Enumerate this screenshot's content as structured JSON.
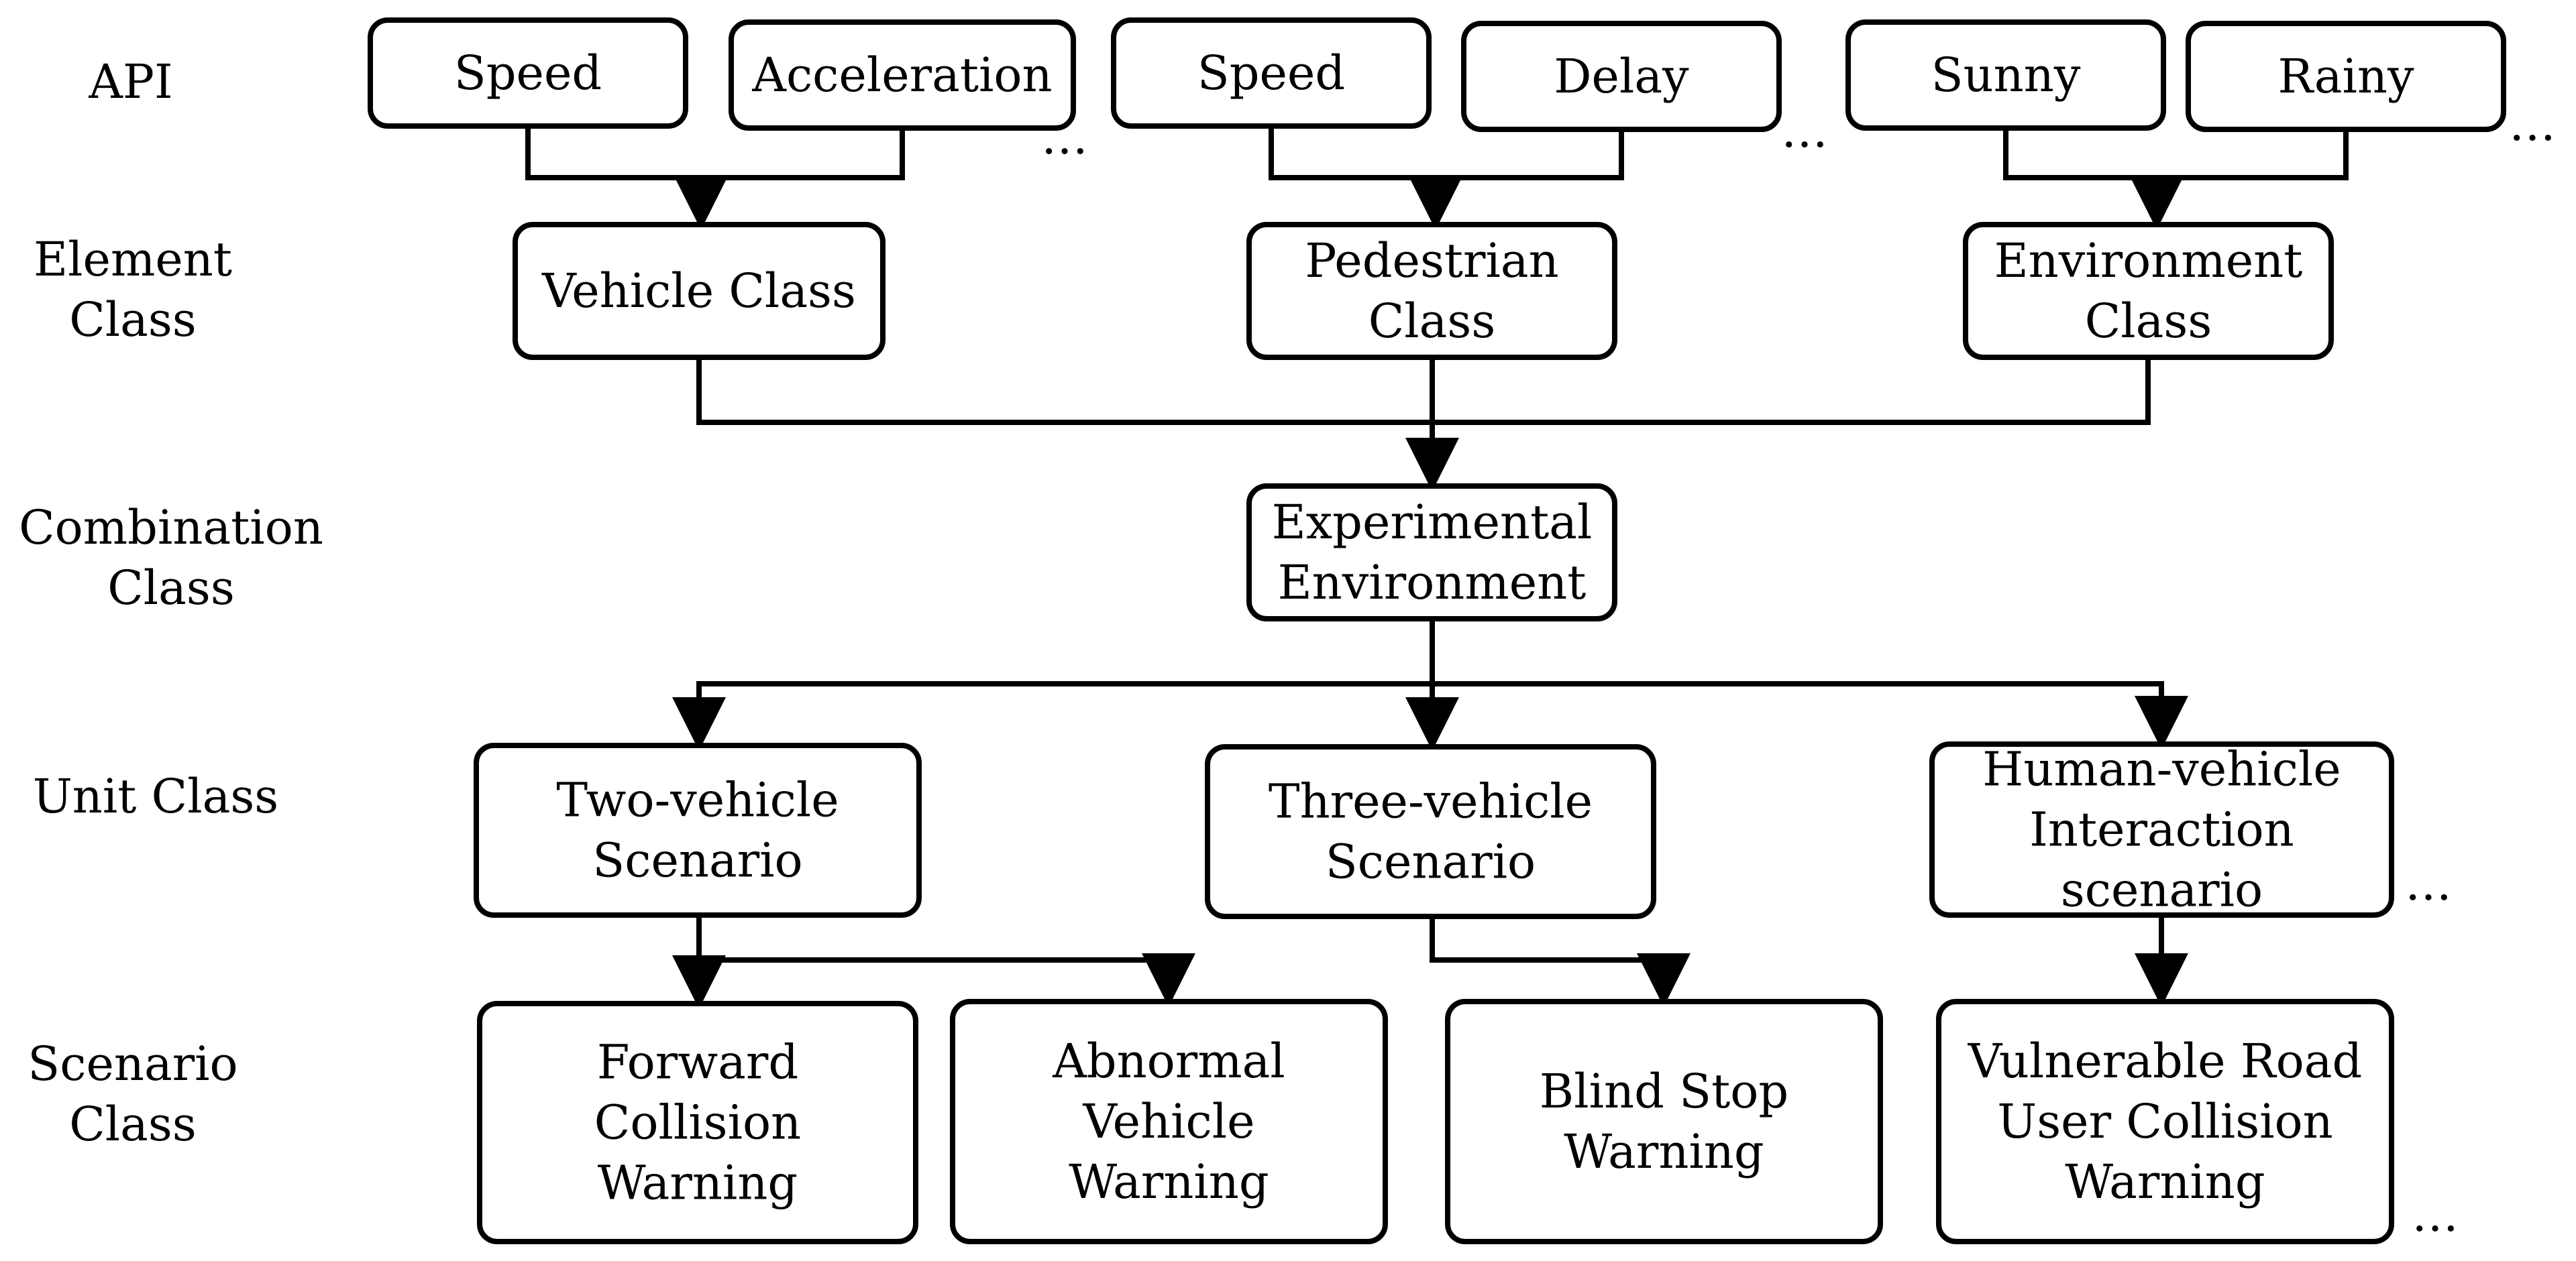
{
  "row_labels": {
    "api": [
      "API"
    ],
    "element": [
      "Element",
      "Class"
    ],
    "combination": [
      "Combination",
      "Class"
    ],
    "unit": [
      "Unit Class"
    ],
    "scenario": [
      "Scenario",
      "Class"
    ]
  },
  "api": {
    "vehicle_speed": [
      "Speed"
    ],
    "acceleration": [
      "Acceleration"
    ],
    "pedestrian_speed": [
      "Speed"
    ],
    "delay": [
      "Delay"
    ],
    "sunny": [
      "Sunny"
    ],
    "rainy": [
      "Rainy"
    ]
  },
  "element": {
    "vehicle": [
      "Vehicle Class"
    ],
    "pedestrian": [
      "Pedestrian",
      "Class"
    ],
    "environment": [
      "Environment",
      "Class"
    ]
  },
  "combination": {
    "experimental": [
      "Experimental",
      "Environment"
    ]
  },
  "unit": {
    "two_vehicle": [
      "Two-vehicle",
      "Scenario"
    ],
    "three_vehicle": [
      "Three-vehicle",
      "Scenario"
    ],
    "human_vehicle": [
      "Human-vehicle",
      "Interaction",
      "scenario"
    ]
  },
  "scenario": {
    "forward_collision": [
      "Forward",
      "Collision",
      "Warning"
    ],
    "abnormal_vehicle": [
      "Abnormal",
      "Vehicle",
      "Warning"
    ],
    "blind_stop": [
      "Blind Stop",
      "Warning"
    ],
    "vulnerable_road_user": [
      "Vulnerable Road",
      "User Collision",
      "Warning"
    ]
  },
  "ellipsis": "…"
}
